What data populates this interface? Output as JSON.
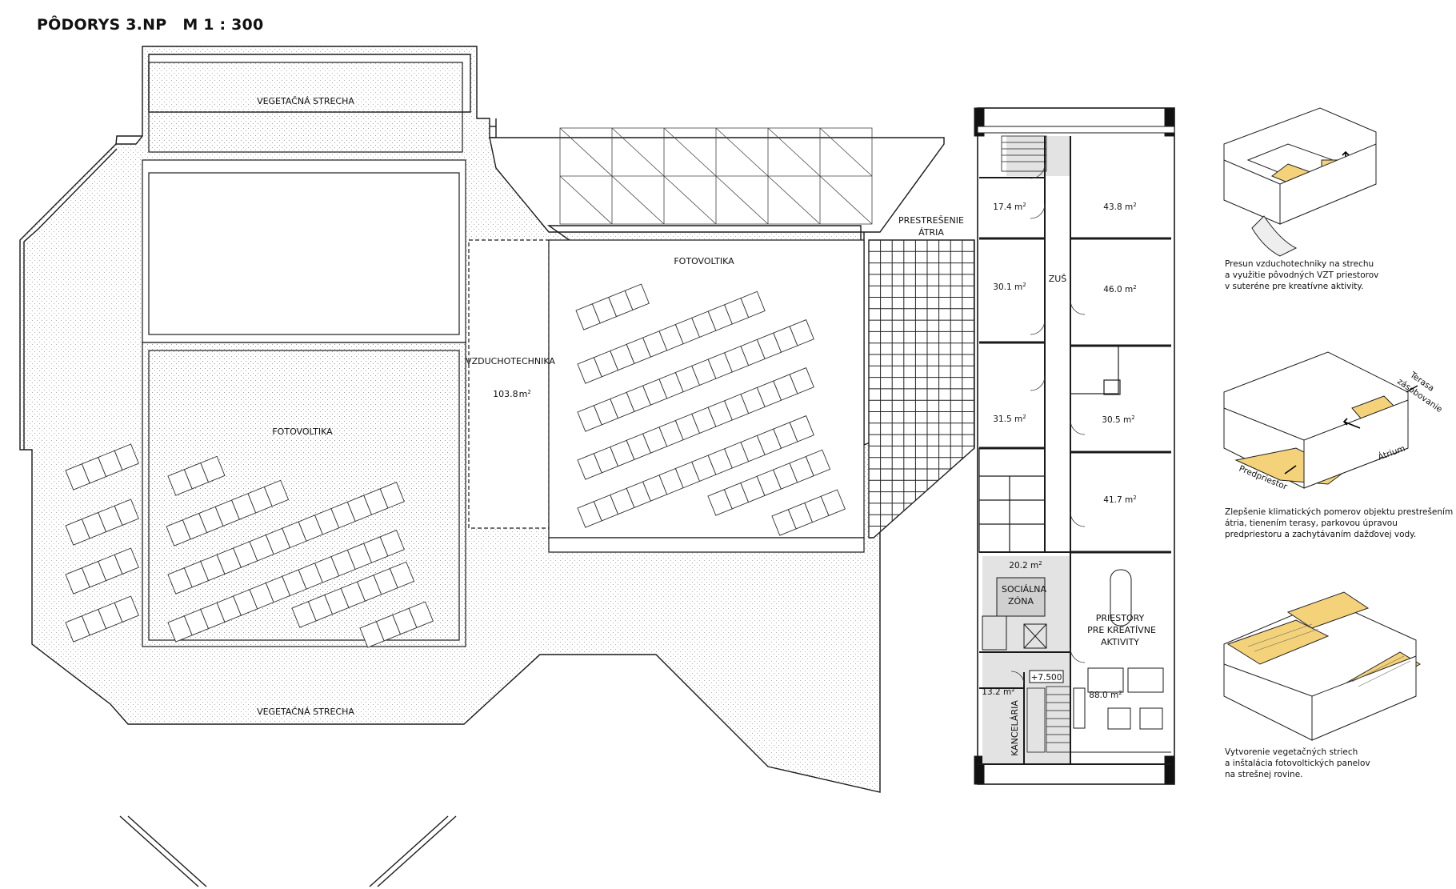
{
  "title": {
    "name": "PÔDORYS 3.NP",
    "scale": "M 1 : 300"
  },
  "labels": {
    "veg_roof_top": "VEGETAČNÁ STRECHA",
    "veg_roof_bottom": "VEGETAČNÁ STRECHA",
    "pv_left": "FOTOVOLTIKA",
    "pv_middle": "FOTOVOLTIKA",
    "hvac": "VZDUCHOTECHNIKA",
    "hvac_area": "103.8",
    "atrium_roof_line1": "PRESTREŠENIE",
    "atrium_roof_line2": "ÁTRIA",
    "zus": "ZUŠ",
    "social_line1": "SOCIÁLNA",
    "social_line2": "ZÓNA",
    "creative_line1": "PRIESTORY",
    "creative_line2": "PRE KREATÍVNE",
    "creative_line3": "AKTIVITY",
    "office": "KANCELÁRIA",
    "level": "+7.500",
    "unit": "m",
    "unit_exp": "2"
  },
  "rooms": {
    "r1": "17.4",
    "r2": "43.8",
    "r3": "30.1",
    "r4": "46.0",
    "r5": "31.5",
    "r6": "30.5",
    "r7": "41.7",
    "r8": "20.2",
    "r9": "88.0",
    "r10": "13.2"
  },
  "diagrams": {
    "d1": [
      "Presun vzduchotechniky na strechu",
      "a využitie pôvodných VZT priestorov",
      "v suteréne pre kreatívne aktivity."
    ],
    "d2": [
      "Zlepšenie klimatických pomerov objektu prestrešením",
      "átria, tienením terasy, parkovou úpravou",
      "predpriestoru a zachytávaním dažďovej vody."
    ],
    "d3": [
      "Vytvorenie vegetačných striech",
      "a inštalácia fotovoltických panelov",
      "na strešnej rovine."
    ],
    "d2_label_terrace1": "Terasa",
    "d2_label_terrace2": "zásobovanie",
    "d2_label_atrium": "Átrium",
    "d2_label_fore": "Predpriestor"
  },
  "colors": {
    "accent": "#f3d27a",
    "line": "#1a1a1a",
    "hatch": "#d9d9d9",
    "gray_zone": "#e3e3e3"
  }
}
